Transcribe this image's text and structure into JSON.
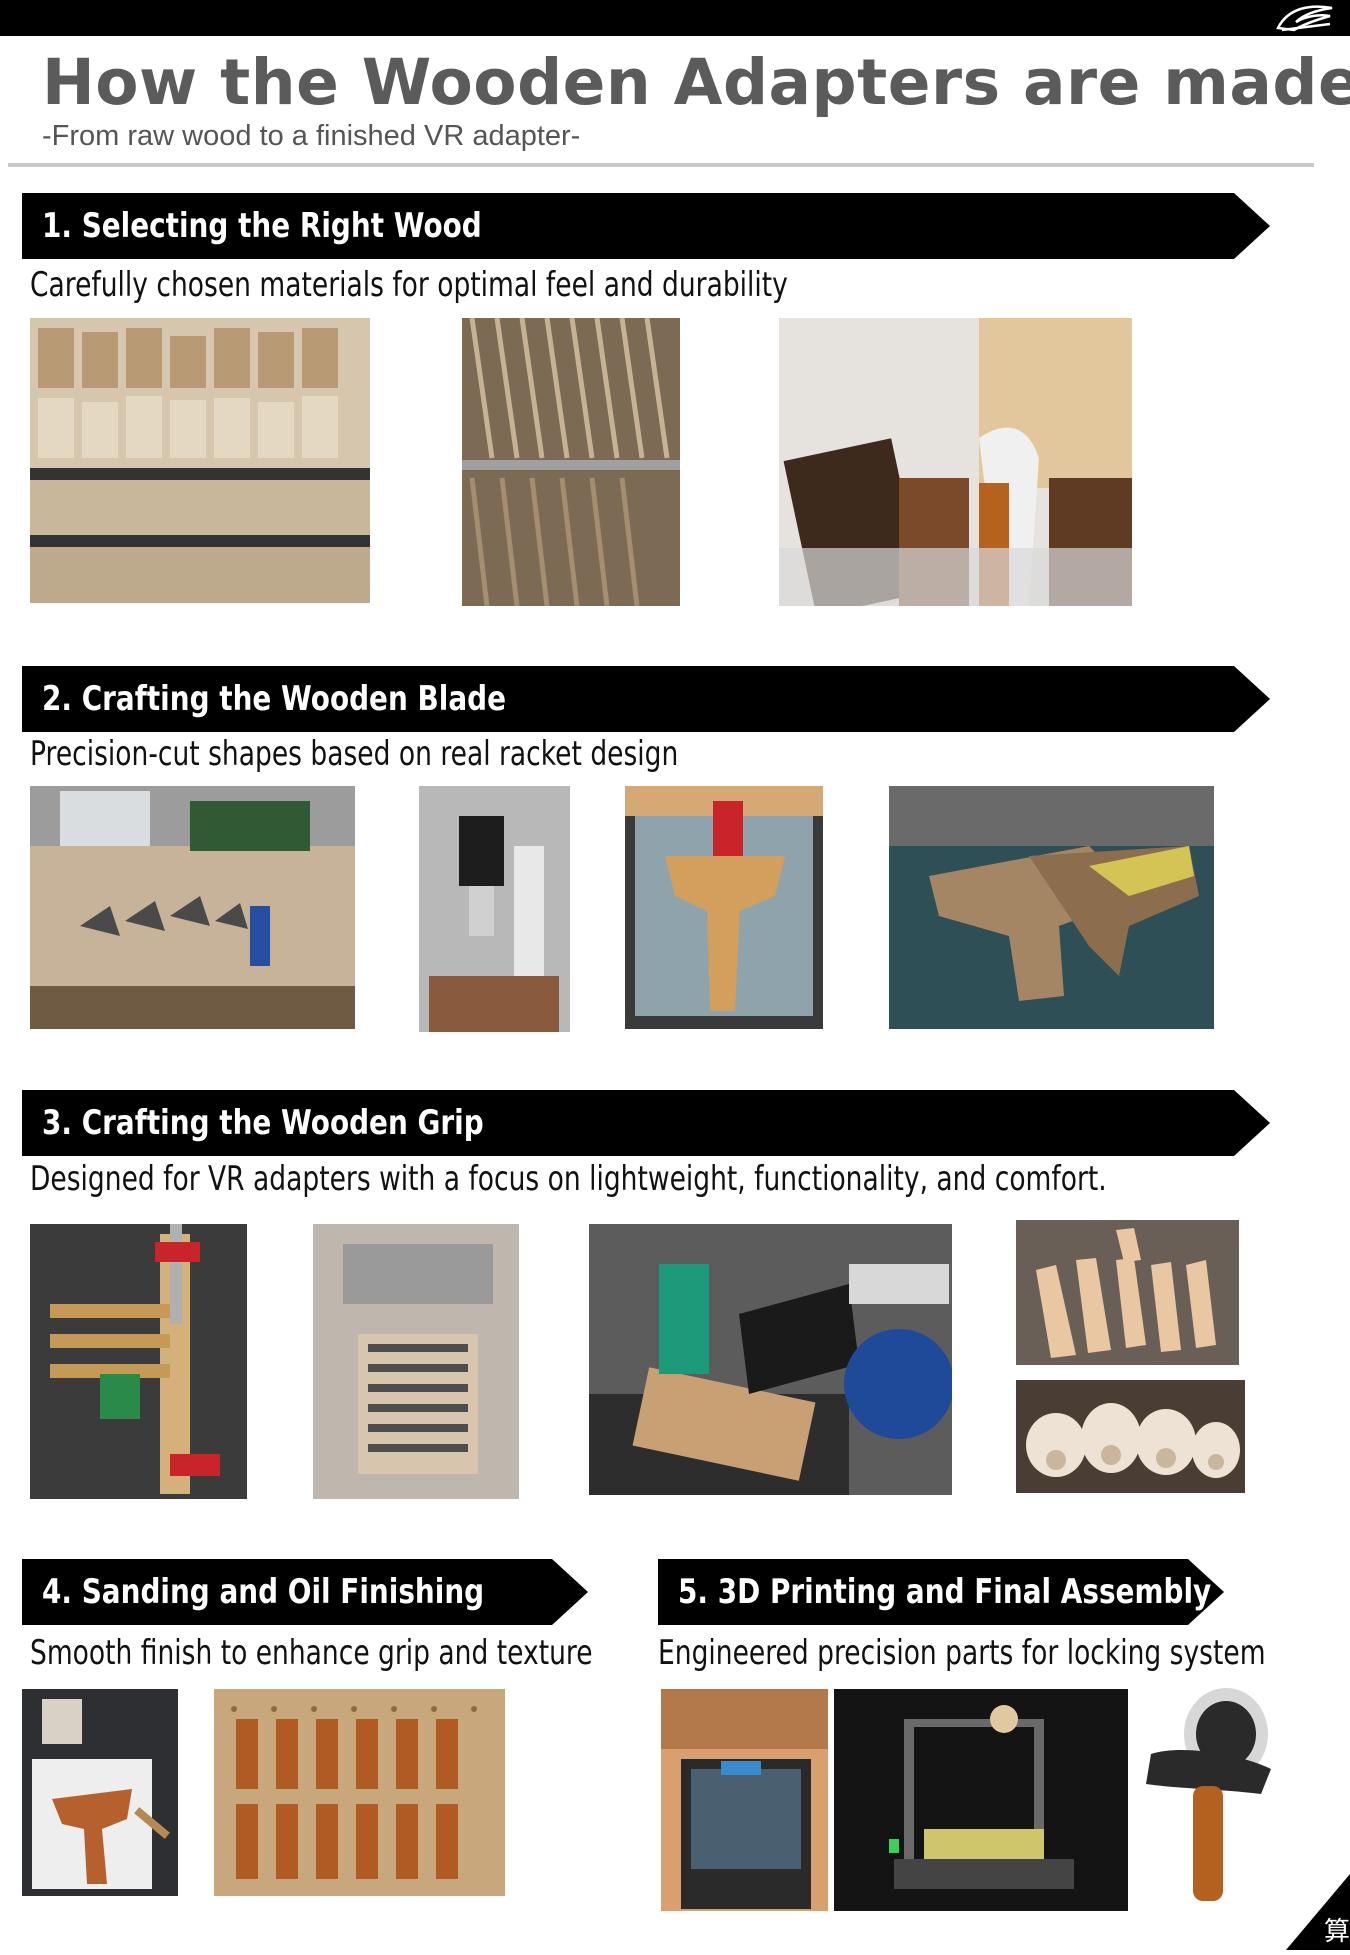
{
  "header": {
    "title": "How the Wooden Adapters are made",
    "subtitle": "-From raw wood to a finished VR adapter-",
    "logo_icon": "bird-wing-logo-icon",
    "corner_mark_icon": "kanji-seal-icon"
  },
  "sections": [
    {
      "heading": "1. Selecting the Right Wood",
      "description": "Carefully chosen materials for optimal feel and durability",
      "photos": [
        "wood-shelf-photo",
        "wood-planks-rack-photo",
        "wood-offcuts-bin-photo"
      ]
    },
    {
      "heading": "2. Crafting the Wooden Blade",
      "description": "Precision-cut shapes based on real racket design",
      "photos": [
        "blade-templates-table-photo",
        "cnc-router-photo",
        "laser-cut-blade-photo",
        "stacked-blades-photo"
      ]
    },
    {
      "heading": "3. Crafting the Wooden Grip",
      "description": "Designed for VR adapters with a focus on lightweight, functionality, and comfort.",
      "photos": [
        "grip-clamp-jig-photo",
        "cnc-grip-bed-photo",
        "router-dust-collector-photo",
        "grip-blanks-photo",
        "bundled-grips-photo"
      ]
    },
    {
      "heading": "4. Sanding and Oil Finishing",
      "description": "Smooth finish to enhance grip and texture",
      "photos": [
        "oil-brush-blade-photo",
        "drying-pegboard-photo"
      ]
    },
    {
      "heading": "5. 3D Printing and Final Assembly",
      "description": "Engineered precision parts for locking system",
      "photos": [
        "enclosed-3d-printer-photo",
        "open-3d-printer-photo",
        "vr-adapter-with-controller-photo"
      ]
    }
  ],
  "colors": {
    "banner": "#000000",
    "title": "#5b5b5b",
    "rule": "#c8c8c8"
  }
}
